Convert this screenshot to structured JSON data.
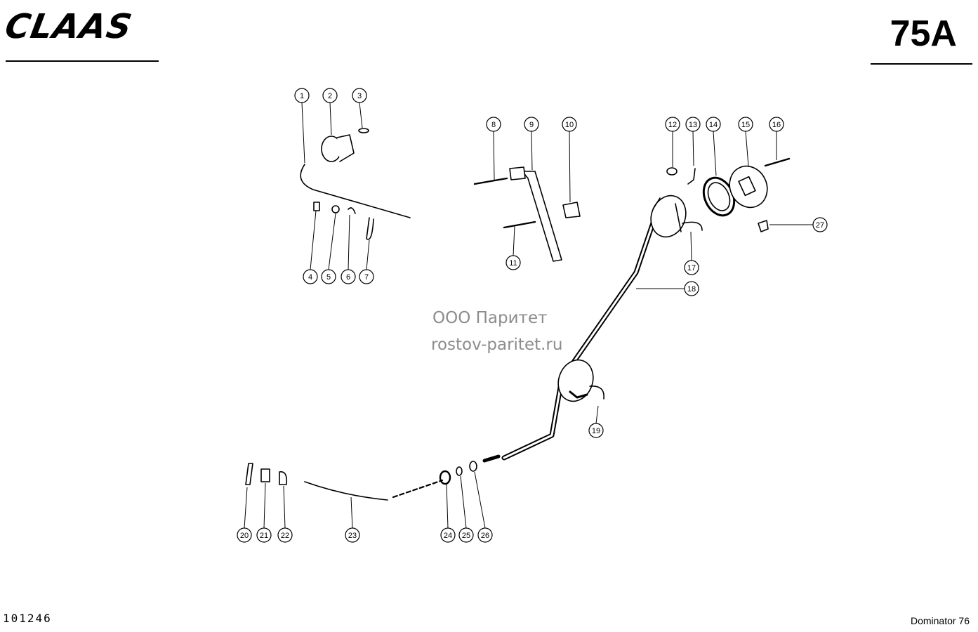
{
  "header": {
    "logo_text": "CLAAS",
    "page_number": "75A"
  },
  "footer": {
    "document_number": "101246",
    "model": "Dominator 76"
  },
  "watermark": {
    "line1": "ООО Паритет",
    "line2": "rostov-paritet.ru"
  },
  "callouts": [
    "1",
    "2",
    "3",
    "4",
    "5",
    "6",
    "7",
    "8",
    "9",
    "10",
    "11",
    "12",
    "13",
    "14",
    "15",
    "16",
    "17",
    "18",
    "19",
    "20",
    "21",
    "22",
    "23",
    "24",
    "25",
    "26",
    "27"
  ]
}
